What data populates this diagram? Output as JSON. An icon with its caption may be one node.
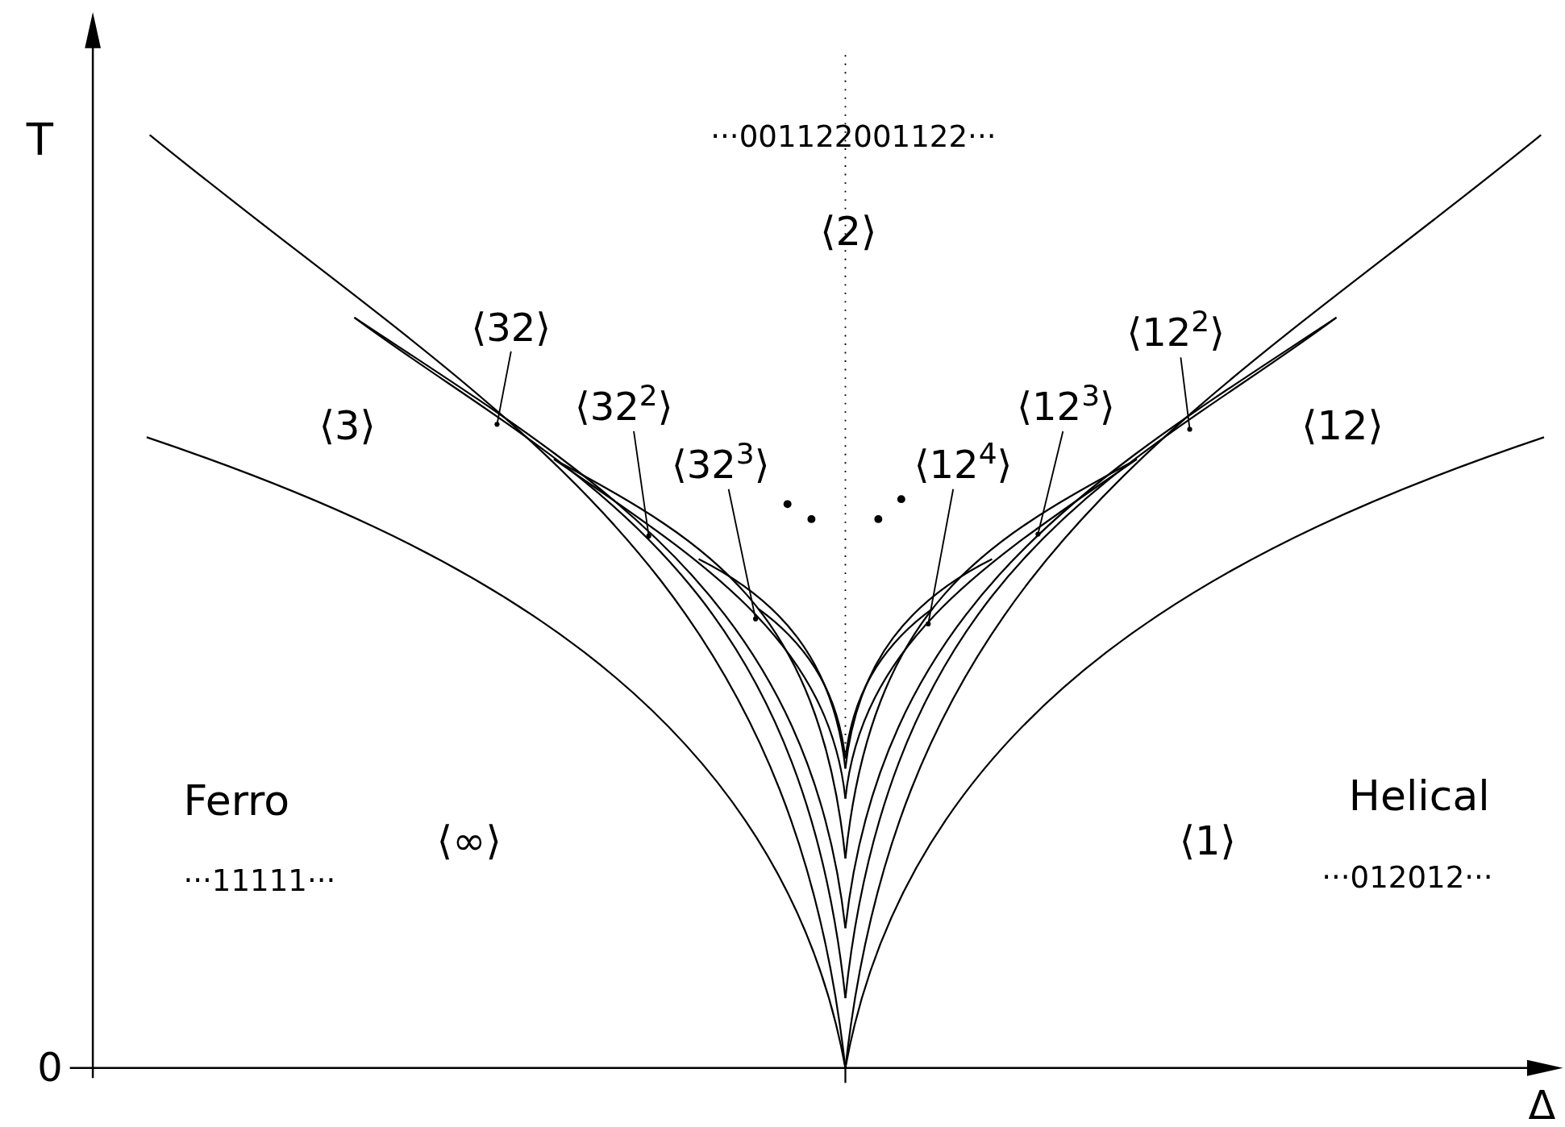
{
  "diagram": {
    "nodes": [
      {
        "text": [
          "⟨32⟩"
        ]
      },
      {
        "text": [
          "⟨32$^{2}$⟩"
        ]
      },
      {
        "text": [
          "⟨32$^{3}$⟩"
        ]
      },
      {
        "text": [
          "⟨12$^{4}$⟩"
        ]
      },
      {
        "text": [
          "⟨12$^{3}$⟩"
        ]
      },
      {
        "text": [
          "⟨12$^{2}$⟩"
        ]
      }
    ],
    "edges": [
      {
        "from": 0,
        "to": null,
        "arrow": "other"
      },
      {
        "from": 1,
        "to": null,
        "arrow": "other"
      },
      {
        "from": 2,
        "to": null,
        "arrow": "other"
      },
      {
        "from": 3,
        "to": null,
        "arrow": "other"
      },
      {
        "from": 4,
        "to": null,
        "arrow": "other"
      },
      {
        "from": 5,
        "to": null,
        "arrow": "other"
      }
    ],
    "labels": [
      "T",
      "···001122001122···",
      "⟨2⟩",
      "⟨3⟩",
      "⟨12⟩",
      "Ferro",
      "⟨∞⟩",
      "Helical",
      "⟨1⟩",
      "···11111···",
      "···012012···",
      "0",
      "Δ"
    ]
  }
}
